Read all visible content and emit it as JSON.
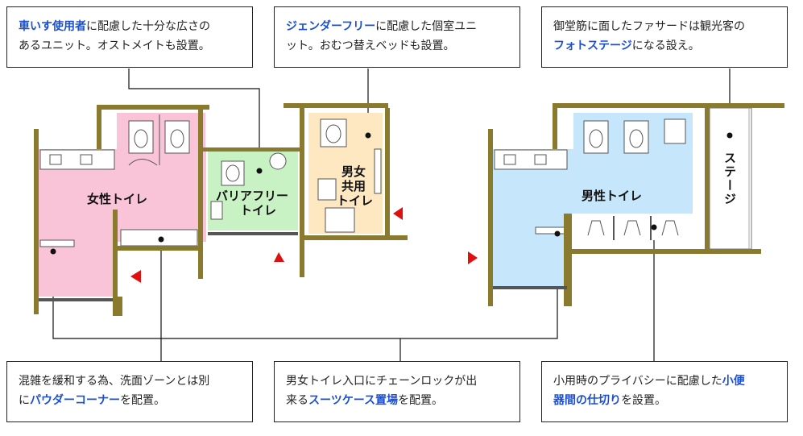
{
  "callouts": {
    "top_left": {
      "hl1": "車いす使用者",
      "t1": "に配慮した十分な広さの",
      "t2": "あるユニット。オストメイトも設置。"
    },
    "top_mid": {
      "hl1": "ジェンダーフリー",
      "t1": "に配慮した個室ユニ",
      "t2": "ット。おむつ替えベッドも設置。"
    },
    "top_right": {
      "t1": "御堂筋に面したファサードは観光客の",
      "hl1": "フォトステージ",
      "t2": "になる設え。"
    },
    "bottom_left": {
      "t1": "混雑を緩和する為、洗面ゾーンとは別",
      "t2": "に",
      "hl1": "パウダーコーナー",
      "t3": "を配置。"
    },
    "bottom_mid": {
      "t1": "男女トイレ入口にチェーンロックが出",
      "t2": "来る",
      "hl1": "スーツケース置場",
      "t3": "を配置。"
    },
    "bottom_right": {
      "t1": "小用時のプライバシーに配慮した",
      "hl1": "小便",
      "hl2": "器間の仕切り",
      "t2": "を設置。"
    }
  },
  "rooms": {
    "womens": "女性トイレ",
    "barrier_free_1": "バリアフリー",
    "barrier_free_2": "トイレ",
    "unisex_1": "男女",
    "unisex_2": "共用",
    "unisex_3": "トイレ",
    "mens": "男性トイレ",
    "stage": "ステージ"
  },
  "colors": {
    "womens": "#f9c4d8",
    "barrier_free": "#c9f2c4",
    "unisex": "#fde8c2",
    "mens": "#c6e6fb",
    "wall": "#8a7a2e",
    "highlight": "#1a4fd6",
    "entrance_arrow": "#e01010"
  }
}
